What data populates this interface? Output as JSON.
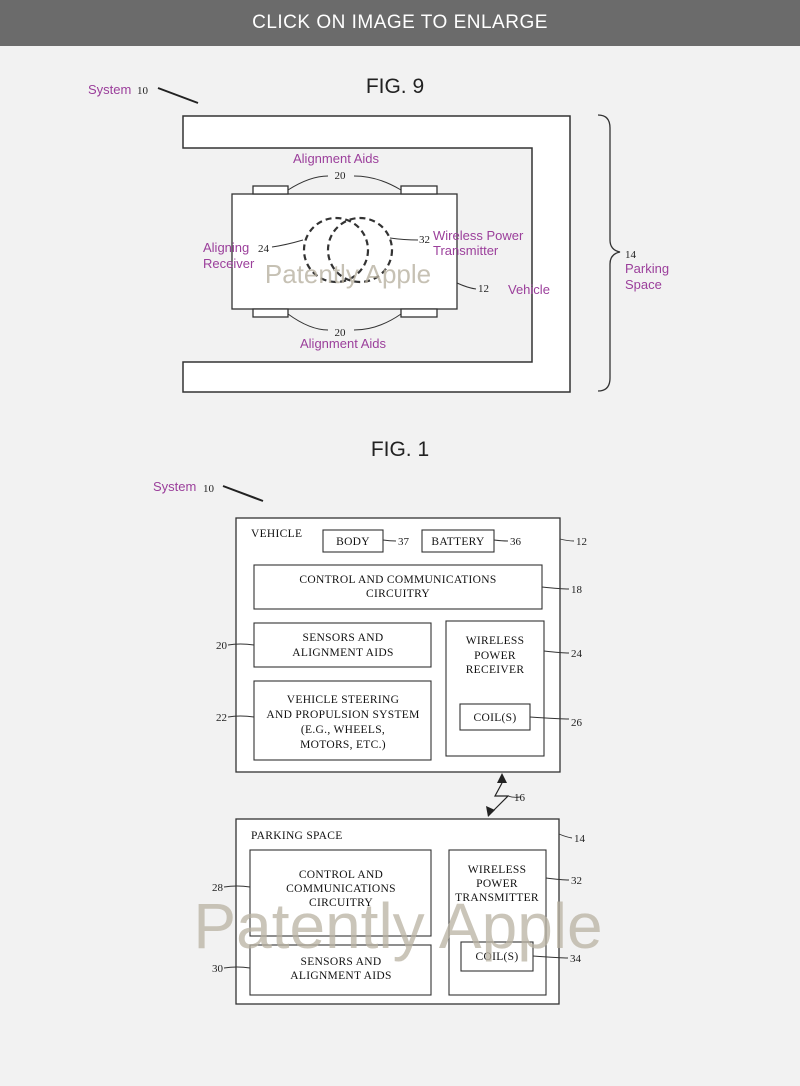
{
  "banner": {
    "label": "CLICK ON IMAGE TO ENLARGE"
  },
  "fig9": {
    "title": "FIG. 9",
    "system_label": "System",
    "system_num": "10",
    "alignment_aids_top": "Alignment Aids",
    "alignment_aids_bottom": "Alignment Aids",
    "num_20_top": "20",
    "num_20_bottom": "20",
    "aligning_receiver_line1": "Aligning",
    "aligning_receiver_line2": "Receiver",
    "num_24": "24",
    "num_32": "32",
    "wpt_line1": "Wireless Power",
    "wpt_line2": "Transmitter",
    "num_12": "12",
    "vehicle_label": "Vehicle",
    "num_14": "14",
    "parking_line1": "Parking",
    "parking_line2": "Space",
    "watermark": "Patently Apple"
  },
  "fig1": {
    "title": "FIG. 1",
    "system_label": "System",
    "system_num": "10",
    "vehicle": {
      "title": "VEHICLE",
      "num": "12",
      "body": "BODY",
      "body_num": "37",
      "battery": "BATTERY",
      "battery_num": "36",
      "control_line1": "CONTROL AND COMMUNICATIONS",
      "control_line2": "CIRCUITRY",
      "control_num": "18",
      "sensors_line1": "SENSORS AND",
      "sensors_line2": "ALIGNMENT AIDS",
      "sensors_num": "20",
      "steering_line1": "VEHICLE STEERING",
      "steering_line2": "AND PROPULSION SYSTEM",
      "steering_line3": "(E.G., WHEELS,",
      "steering_line4": "MOTORS, ETC.)",
      "steering_num": "22",
      "receiver_line1": "WIRELESS",
      "receiver_line2": "POWER",
      "receiver_line3": "RECEIVER",
      "receiver_num": "24",
      "coil": "COIL(S)",
      "coil_num": "26"
    },
    "link_num": "16",
    "parking": {
      "title": "PARKING SPACE",
      "num": "14",
      "control_line1": "CONTROL AND",
      "control_line2": "COMMUNICATIONS",
      "control_line3": "CIRCUITRY",
      "control_num": "28",
      "sensors_line1": "SENSORS AND",
      "sensors_line2": "ALIGNMENT AIDS",
      "sensors_num": "30",
      "transmitter_line1": "WIRELESS",
      "transmitter_line2": "POWER",
      "transmitter_line3": "TRANSMITTER",
      "transmitter_num": "32",
      "coil": "COIL(S)",
      "coil_num": "34"
    },
    "watermark": "Patently Apple"
  }
}
